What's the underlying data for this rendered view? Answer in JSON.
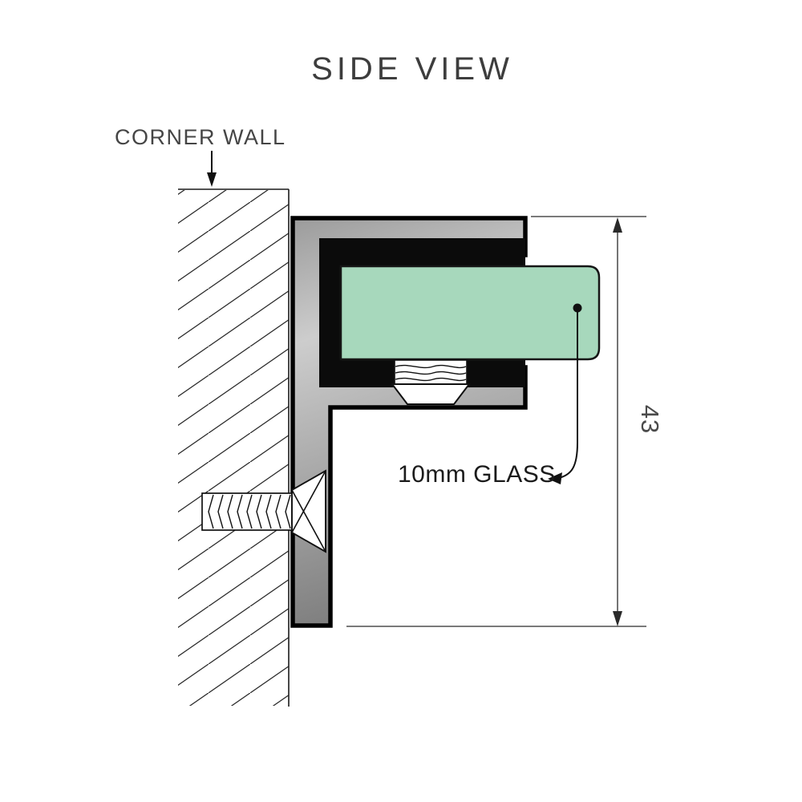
{
  "title": "SIDE VIEW",
  "diagram": {
    "wall_label": "CORNER WALL",
    "glass_label": "10mm GLASS",
    "dimension_value": "43"
  },
  "colors": {
    "glass": "#a7d8bc",
    "channel": "#0b0b0b",
    "metal_light": "#cdcdcd",
    "metal_mid": "#9b9b9b",
    "metal_dark": "#7e7e7e",
    "hatch": "#2a2a2a"
  }
}
